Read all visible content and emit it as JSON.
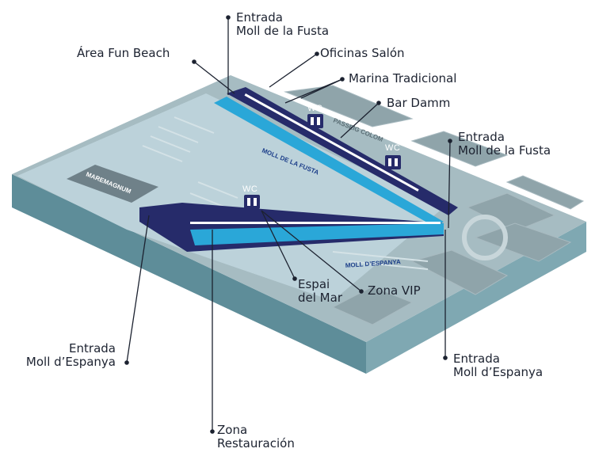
{
  "labels": {
    "entrada_fusta_top": [
      "Entrada",
      "Moll de la Fusta"
    ],
    "area_fun_beach": "Área Fun Beach",
    "oficinas_salon": "Oficinas Salón",
    "marina_tradicional": "Marina Tradicional",
    "bar_damm": "Bar Damm",
    "entrada_fusta_right": [
      "Entrada",
      "Moll de la Fusta"
    ],
    "espai_del_mar": [
      "Espai",
      "del Mar"
    ],
    "zona_vip": "Zona VIP",
    "entrada_espanya_left": [
      "Entrada",
      "Moll d’Espanya"
    ],
    "entrada_espanya_right": [
      "Entrada",
      "Moll d’Espanya"
    ],
    "zona_restauracion": [
      "Zona",
      "Restauración"
    ]
  },
  "map_text": {
    "wc": "WC",
    "passeig_colom": "PASSEIG COLOM",
    "moll_de_la_fusta": "MOLL DE LA FUSTA",
    "maremagnum": "MAREMAGNUM",
    "moll_despanya": "MOLL D’ESPANYA"
  },
  "colors": {
    "base_top": "#9ab3bb",
    "water": "#b8d0d8",
    "base_side_left": "#5e8d99",
    "base_side_front": "#7fa8b2",
    "pier_navy": "#262b6a",
    "pier_cyan": "#2aa7d8",
    "callout_line": "#1c2230"
  }
}
